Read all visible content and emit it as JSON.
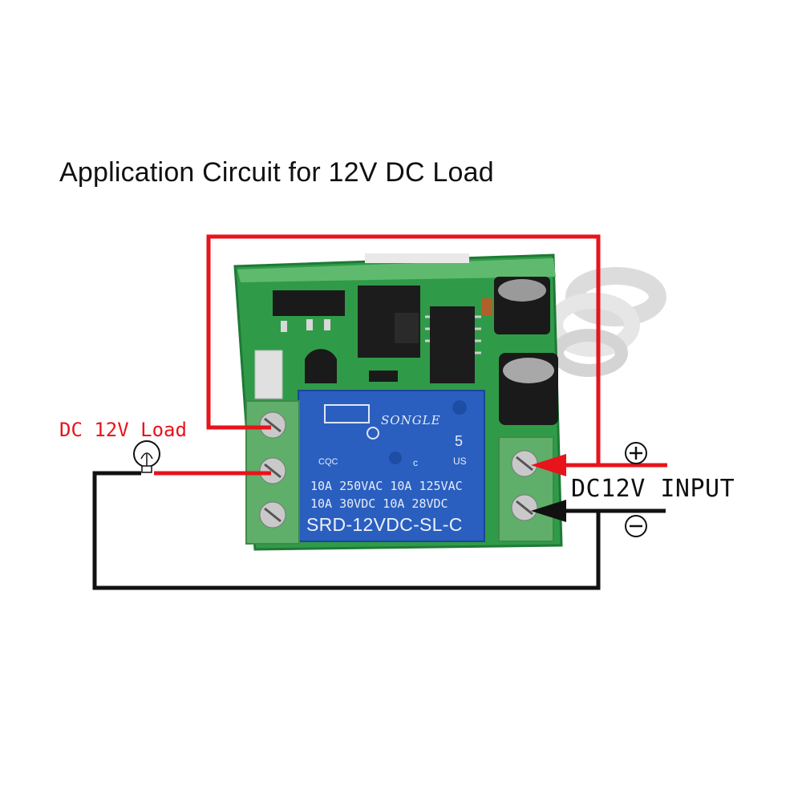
{
  "diagram": {
    "title": "Application Circuit for 12V DC Load",
    "load_label": "DC 12V Load",
    "input_label": "DC12V INPUT",
    "plus_symbol": "+",
    "minus_symbol": "−"
  },
  "relay": {
    "brand": "SONGLE",
    "rating_line1": "10A 250VAC 10A 125VAC",
    "rating_line2": "10A 30VDC 10A 28VDC",
    "model": "SRD-12VDC-SL-C",
    "cqc_mark": "CQC",
    "digit": "5",
    "us_mark": "US",
    "c_mark": "c"
  },
  "colors": {
    "wire_positive": "#e8131b",
    "wire_negative": "#111111",
    "pcb_green": "#2f9b48",
    "terminal_green": "#5fae6a",
    "relay_blue": "#2a5fc0"
  }
}
